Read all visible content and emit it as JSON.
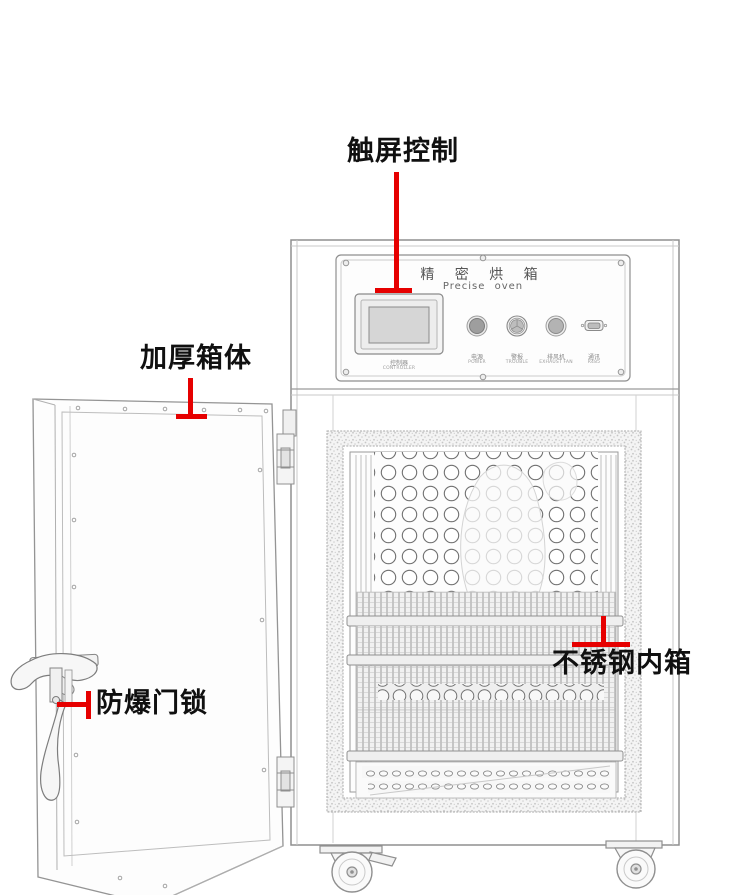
{
  "annotations": {
    "touch_screen": "触屏控制",
    "thick_cabinet": "加厚箱体",
    "door_lock": "防爆门锁",
    "inner_chamber": "不锈钢内箱"
  },
  "panel": {
    "title_cn": "精 密 烘 箱",
    "title_en": "Precise oven",
    "screen": {
      "cn": "控制器",
      "en": "CONTROLLER"
    },
    "controls": [
      {
        "cn": "电源",
        "en": "POWER"
      },
      {
        "cn": "警报",
        "en": "TROUBLE"
      },
      {
        "cn": "排风机",
        "en": "EXHAUST FAN"
      },
      {
        "cn": "通讯",
        "en": "R485"
      }
    ]
  },
  "colors": {
    "annotation_line": "#e60000",
    "annotation_text": "#101010",
    "sketch_stroke": "#9b9b9b"
  }
}
